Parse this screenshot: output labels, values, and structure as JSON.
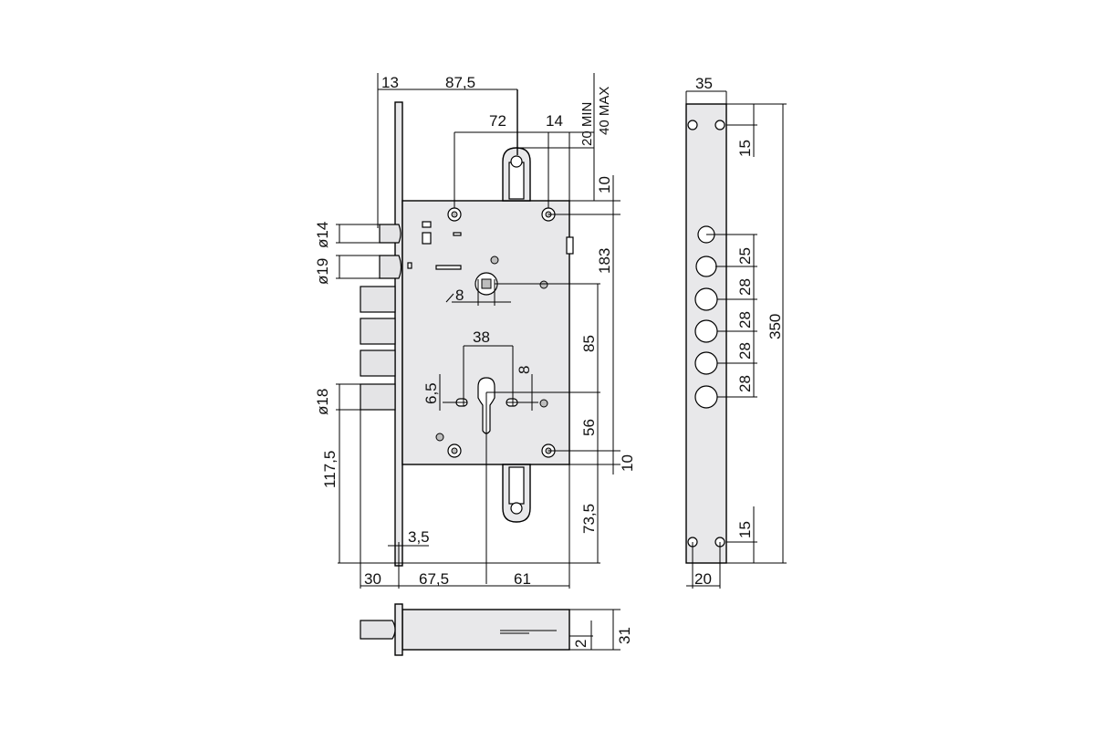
{
  "drawing": {
    "main_view": {
      "top_dims": {
        "d13": "13",
        "d87_5": "87,5",
        "d72": "72",
        "d14": "14",
        "d20min": "20 MIN",
        "d40max": "40 MAX",
        "d10_top": "10"
      },
      "left_dims": {
        "d14": "ø14",
        "d19": "ø19",
        "d18": "ø18",
        "d117_5": "117,5"
      },
      "inner_dims": {
        "d8_spindle": "8",
        "d38": "38",
        "d6_5": "6,5",
        "d8_cyl": "8",
        "d3_5": "3,5"
      },
      "right_dims": {
        "d183": "183",
        "d85": "85",
        "d56": "56",
        "d10_bottom": "10",
        "d73_5": "73,5"
      },
      "bottom_dims": {
        "d30": "30",
        "d67_5": "67,5",
        "d61": "61"
      }
    },
    "side_view": {
      "d35": "35",
      "d15_top": "15",
      "d25": "25",
      "d28_a": "28",
      "d28_b": "28",
      "d28_c": "28",
      "d28_d": "28",
      "d350": "350",
      "d15_bottom": "15",
      "d20": "20"
    },
    "top_view": {
      "d2": "2",
      "d31": "31"
    }
  }
}
